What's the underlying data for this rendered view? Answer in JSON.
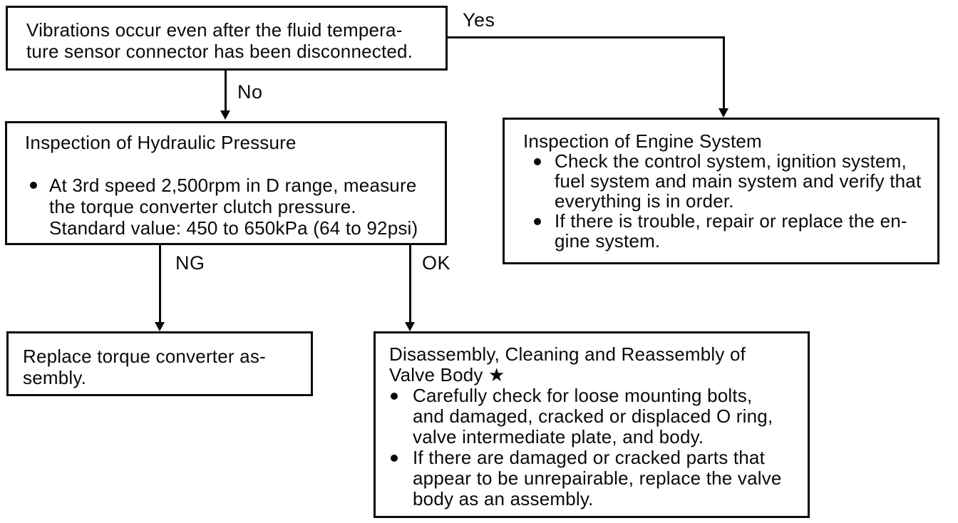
{
  "labels": {
    "yes": "Yes",
    "no": "No",
    "ng": "NG",
    "ok": "OK"
  },
  "colors": {
    "ink": "#0a0a0a",
    "paper": "#ffffff"
  },
  "nodes": {
    "start": {
      "lines": [
        "Vibrations occur even after the fluid tempera-",
        "ture sensor connector has been disconnected."
      ]
    },
    "hydraulic": {
      "title": "Inspection of Hydraulic Pressure",
      "bullet1": {
        "lines": [
          "At 3rd speed 2,500rpm in D range, measure",
          "the torque converter clutch pressure.",
          "Standard value: 450 to 650kPa (64 to 92psi)"
        ]
      }
    },
    "engine": {
      "title": "Inspection of Engine System",
      "bullet1": {
        "lines": [
          "Check the control system, ignition system,",
          "fuel system and main system and verify that",
          "everything is in order."
        ]
      },
      "bullet2": {
        "lines": [
          "If there is trouble, repair or replace the en-",
          "gine system."
        ]
      }
    },
    "replace": {
      "lines": [
        "Replace torque converter as-",
        "sembly."
      ]
    },
    "valve": {
      "title_lines": [
        "Disassembly, Cleaning and Reassembly of",
        "Valve Body ★"
      ],
      "bullet1": {
        "lines": [
          "Carefully check for loose mounting bolts,",
          "and damaged, cracked or displaced O ring,",
          "valve intermediate plate, and body."
        ]
      },
      "bullet2": {
        "lines": [
          "If there are damaged or cracked parts that",
          "appear to be unrepairable, replace the valve",
          "body as an assembly."
        ]
      }
    }
  }
}
